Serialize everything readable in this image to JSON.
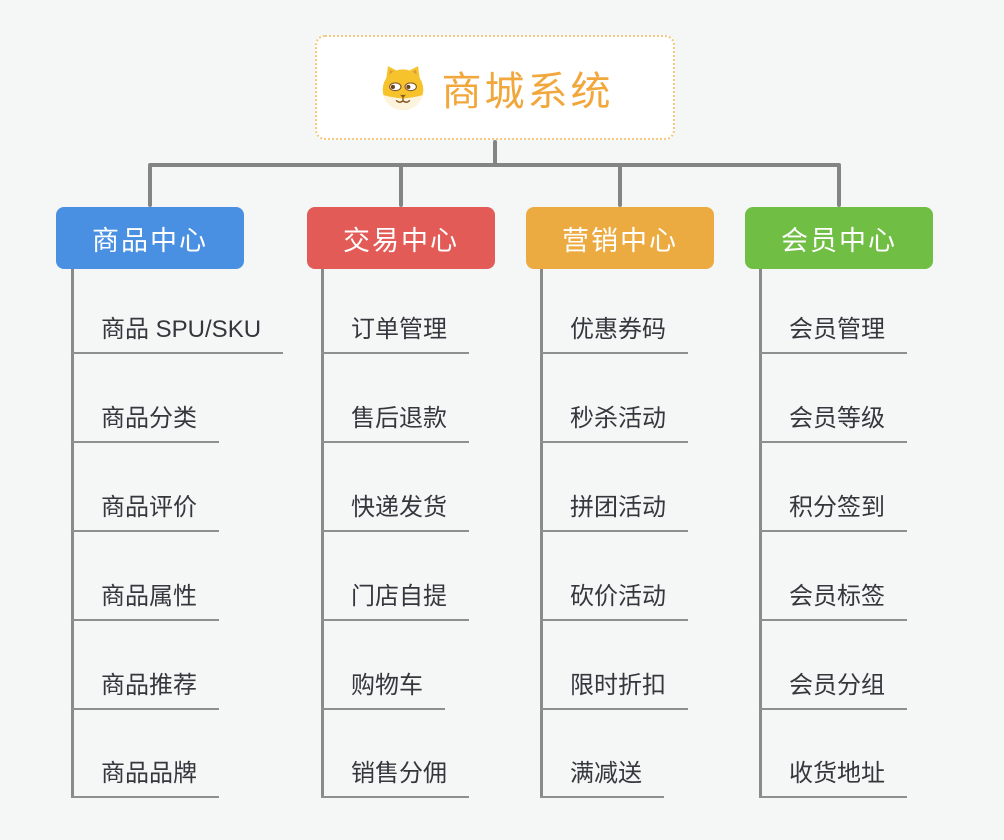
{
  "root": {
    "title": "商城系统",
    "icon": "dog-face-icon",
    "title_color": "#f1a73c",
    "border_color": "#f4c87f"
  },
  "colors": {
    "background": "#f5f6f6",
    "connector_line": "#848484",
    "leaf_underline": "#8f8f8f",
    "leaf_text": "#34373c"
  },
  "branches": [
    {
      "label": "商品中心",
      "color": "#4a90e2",
      "items": [
        "商品 SPU/SKU",
        "商品分类",
        "商品评价",
        "商品属性",
        "商品推荐",
        "商品品牌"
      ]
    },
    {
      "label": "交易中心",
      "color": "#e25b57",
      "items": [
        "订单管理",
        "售后退款",
        "快递发货",
        "门店自提",
        "购物车",
        "销售分佣"
      ]
    },
    {
      "label": "营销中心",
      "color": "#ecab40",
      "items": [
        "优惠券码",
        "秒杀活动",
        "拼团活动",
        "砍价活动",
        "限时折扣",
        "满减送"
      ]
    },
    {
      "label": "会员中心",
      "color": "#70be44",
      "items": [
        "会员管理",
        "会员等级",
        "积分签到",
        "会员标签",
        "会员分组",
        "收货地址"
      ]
    }
  ]
}
